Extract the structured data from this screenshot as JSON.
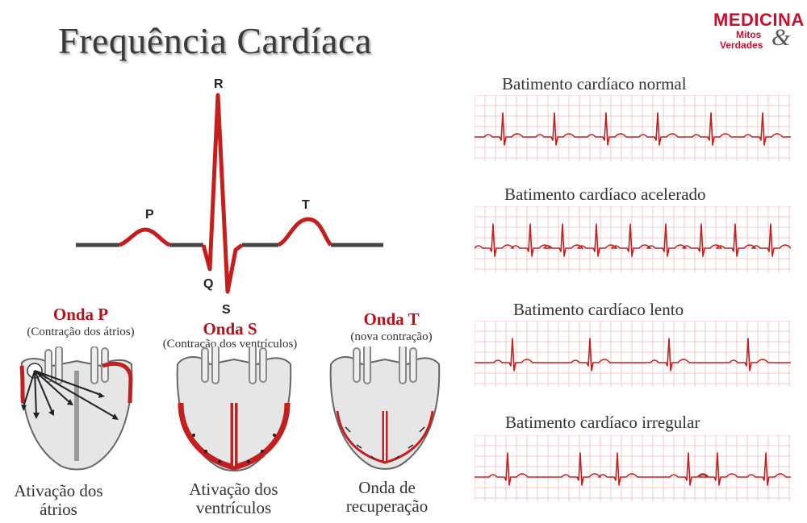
{
  "title": "Frequência Cardíaca",
  "logo": {
    "line1": "MEDICINA",
    "line2": "Mitos",
    "line3": "Verdades",
    "ampersand": "&"
  },
  "ecg_waves": {
    "p": "P",
    "q": "Q",
    "r": "R",
    "s": "S",
    "t": "T"
  },
  "hearts": [
    {
      "title": "Onda P",
      "subtitle": "(Contração dos átrios)",
      "caption_line1": "Ativação dos",
      "caption_line2": "átrios"
    },
    {
      "title": "Onda S",
      "subtitle": "(Contração dos ventrículos)",
      "caption_line1": "Ativação dos",
      "caption_line2": "ventrículos"
    },
    {
      "title": "Onda T",
      "subtitle": "(nova contração)",
      "caption_line1": "Onda de",
      "caption_line2": "recuperação"
    }
  ],
  "rhythms": [
    {
      "label": "Batimento cardíaco normal"
    },
    {
      "label": "Batimento cardíaco acelerado"
    },
    {
      "label": "Batimento cardíaco lento"
    },
    {
      "label": "Batimento cardíaco irregular"
    }
  ],
  "colors": {
    "accent": "#b5121b",
    "trace": "#c41e1e",
    "baseline": "#444444",
    "grid": "#f0c8c8"
  }
}
